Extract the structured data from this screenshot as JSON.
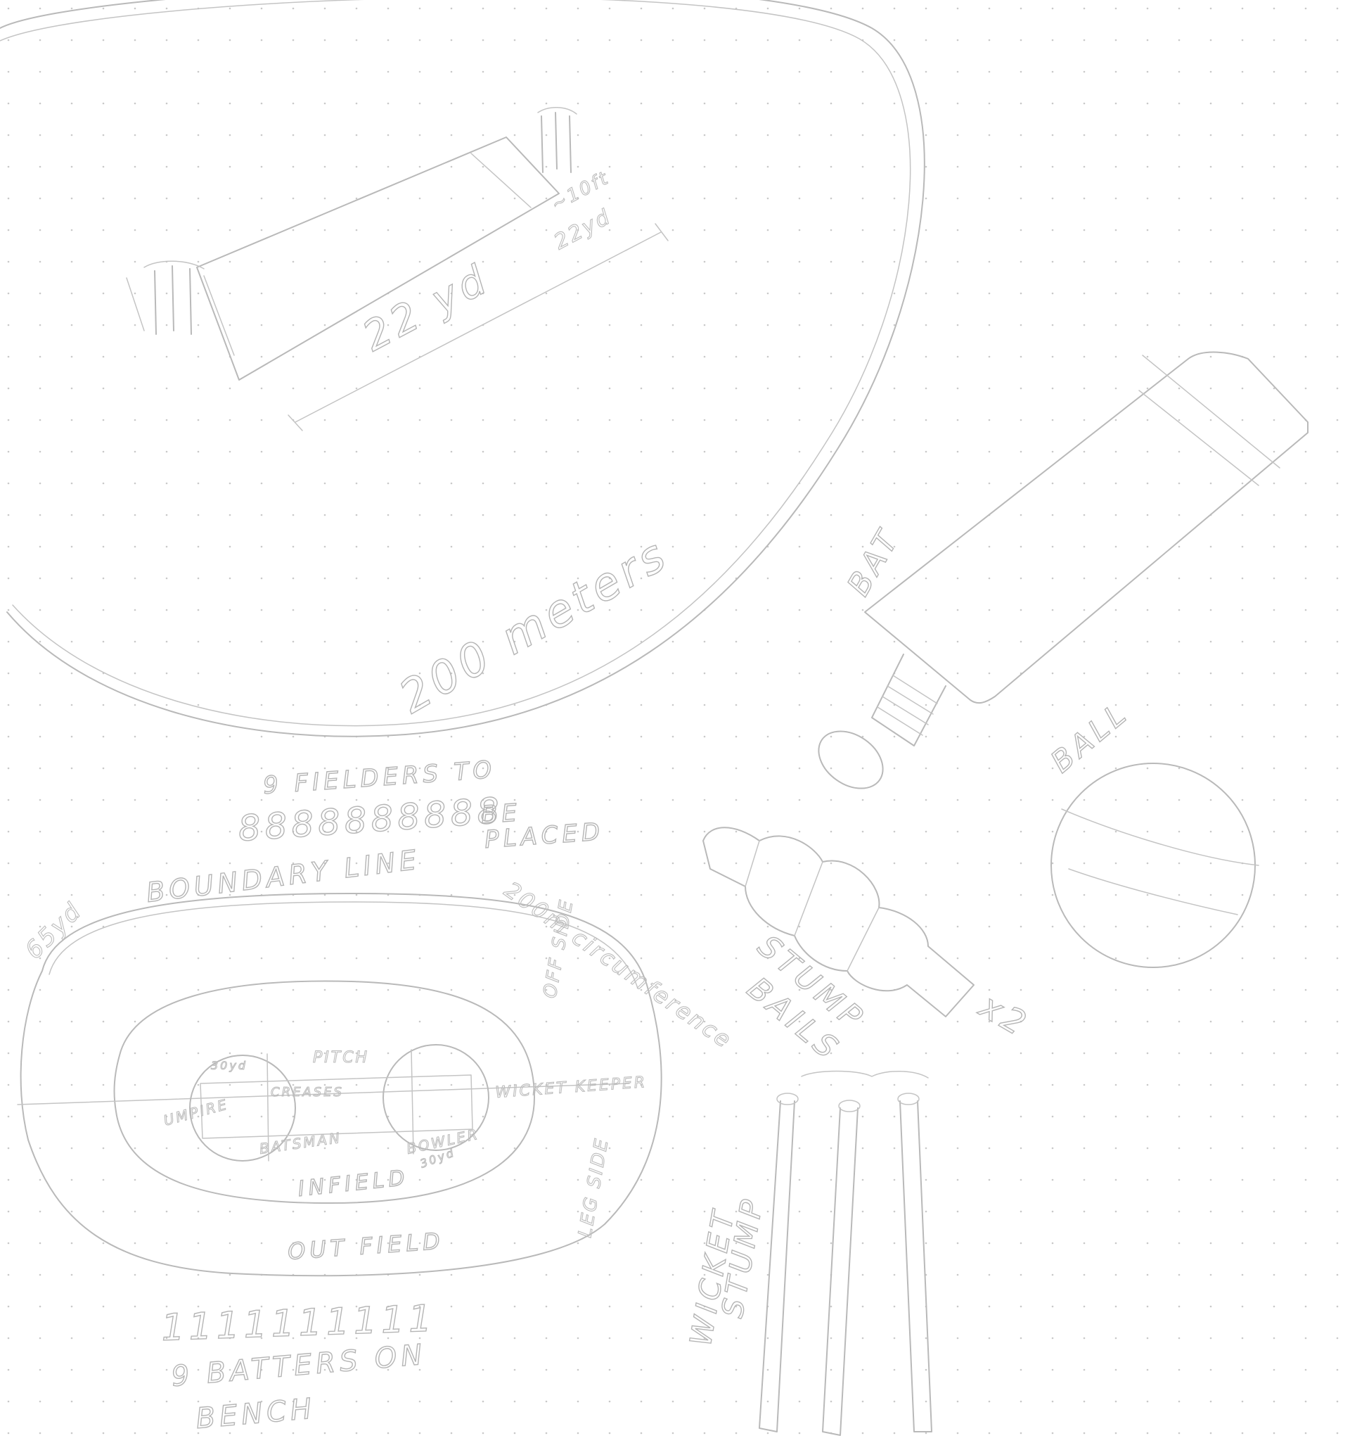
{
  "sketch": {
    "field_view": {
      "pitch_width_label": "~10ft",
      "pitch_length_short": "22yd",
      "pitch_length_long": "22 yd",
      "boundary_label": "200 meters"
    },
    "bat": {
      "label": "BAT"
    },
    "ball": {
      "label": "BALL"
    },
    "bails": {
      "label_line1": "STUMP",
      "label_line2": "BAILS",
      "count": "x2"
    },
    "wicket": {
      "label_line1": "WICKET",
      "label_line2": "STUMP"
    },
    "fielders": {
      "label_line1": "9 FIELDERS TO",
      "label_line2": "BE",
      "label_line3": "PLACED",
      "markers": "8888888888"
    },
    "plan": {
      "boundary_label": "BOUNDARY LINE",
      "width_label": "65yd",
      "circumference_label": "200m circumference",
      "off_side": "OFF SIDE",
      "leg_side": "LEG SIDE",
      "pitch": "PITCH",
      "creases": "CREASES",
      "wicket_keeper": "WICKET KEEPER",
      "umpire": "UMPIRE",
      "batsman": "BATSMAN",
      "bowler": "BOWLER",
      "infield": "INFIELD",
      "outfield": "OUT FIELD",
      "circle_left": "30yd",
      "circle_right": "30yd"
    },
    "batters": {
      "markers": "1111111111",
      "label_line1": "9 BATTERS ON",
      "label_line2": "BENCH"
    }
  }
}
